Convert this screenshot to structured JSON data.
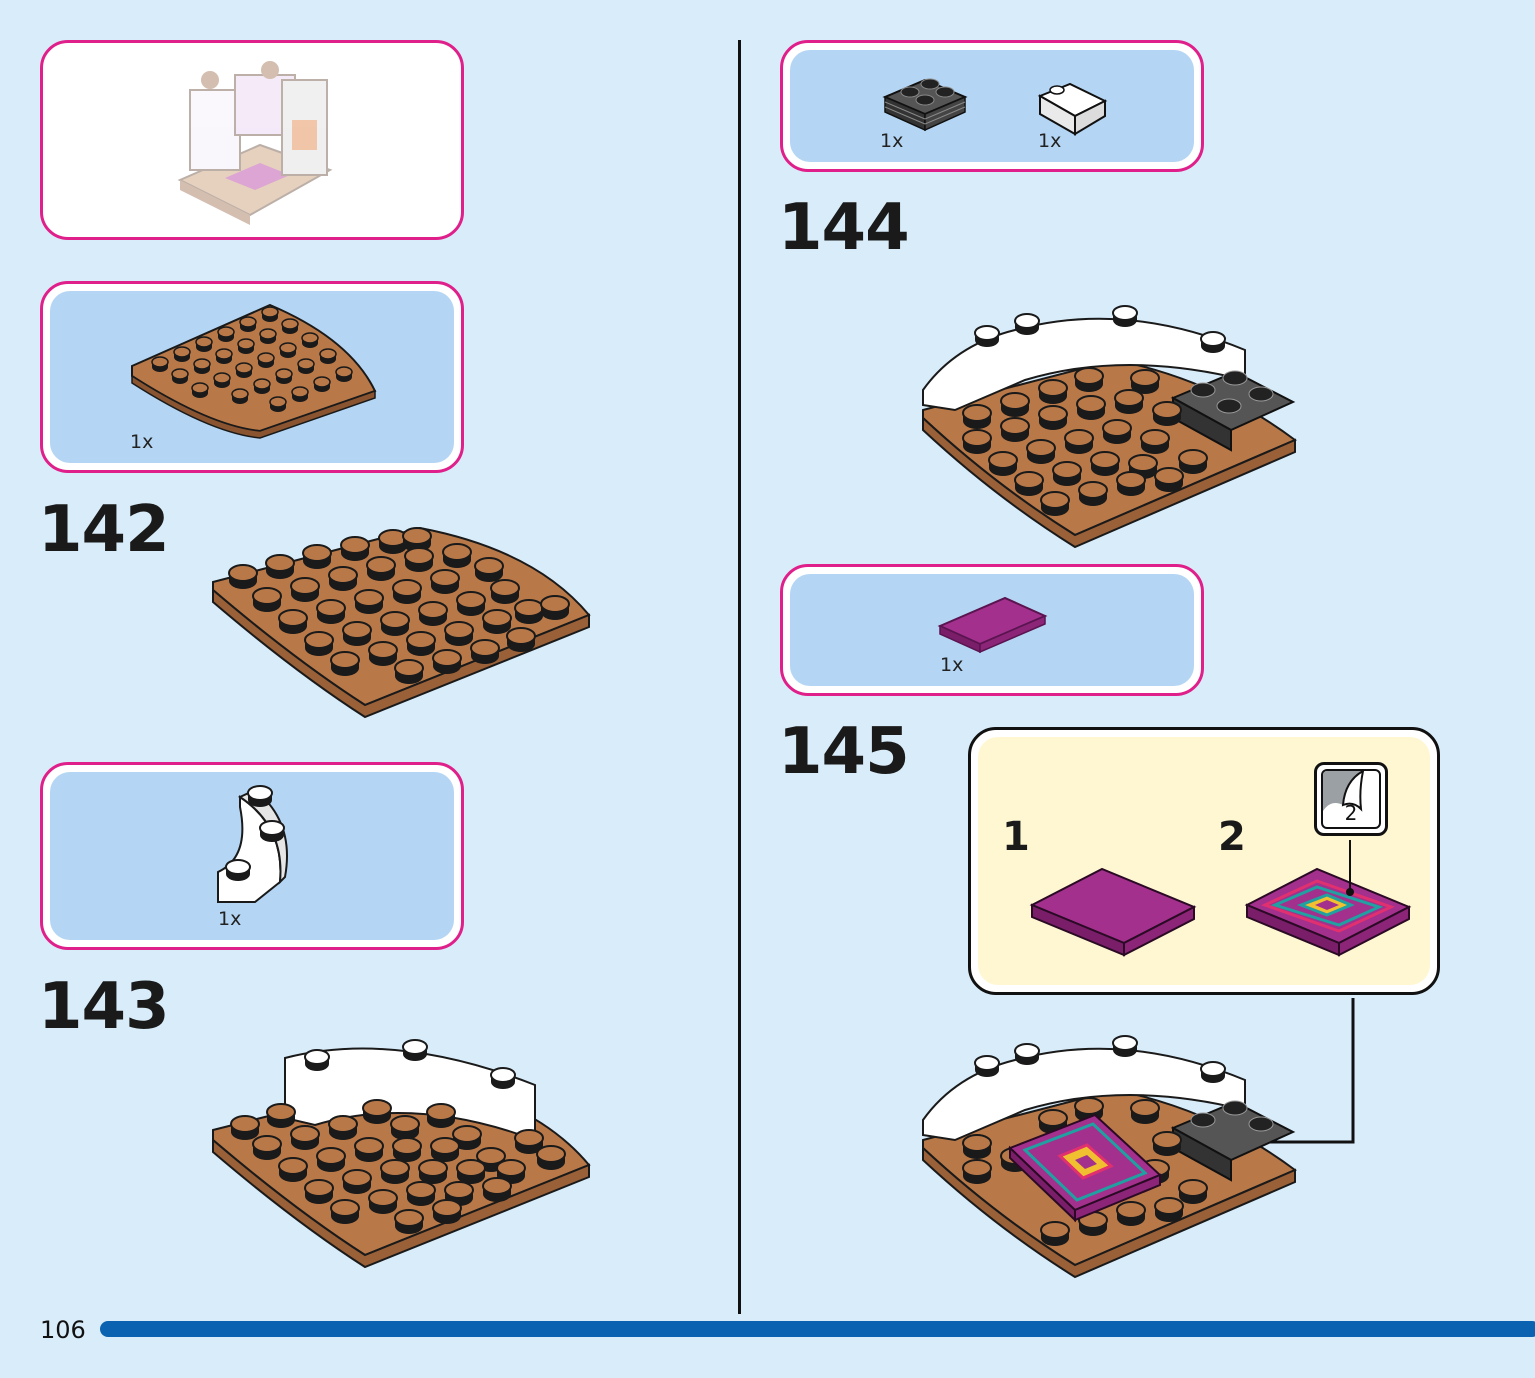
{
  "page": {
    "number": "106"
  },
  "steps": [
    {
      "number": "142",
      "parts": [
        {
          "name": "brown-quarter-round-plate",
          "qty": "1x"
        }
      ]
    },
    {
      "number": "143",
      "parts": [
        {
          "name": "white-curved-brick",
          "qty": "1x"
        }
      ]
    },
    {
      "number": "144",
      "parts": [
        {
          "name": "black-grille-plate",
          "qty": "1x"
        },
        {
          "name": "white-slope-brick",
          "qty": "1x"
        }
      ]
    },
    {
      "number": "145",
      "parts": [
        {
          "name": "magenta-tile",
          "qty": "1x"
        }
      ],
      "callout": {
        "substeps": [
          "1",
          "2"
        ],
        "sticker_number": "2"
      }
    }
  ],
  "colors": {
    "border": "#e0208a",
    "parts_bg": "#b4d6f4",
    "page_bg": "#d8ecfa",
    "progress": "#0a62b0",
    "brown": "#b87848",
    "magenta": "#a2308c"
  }
}
